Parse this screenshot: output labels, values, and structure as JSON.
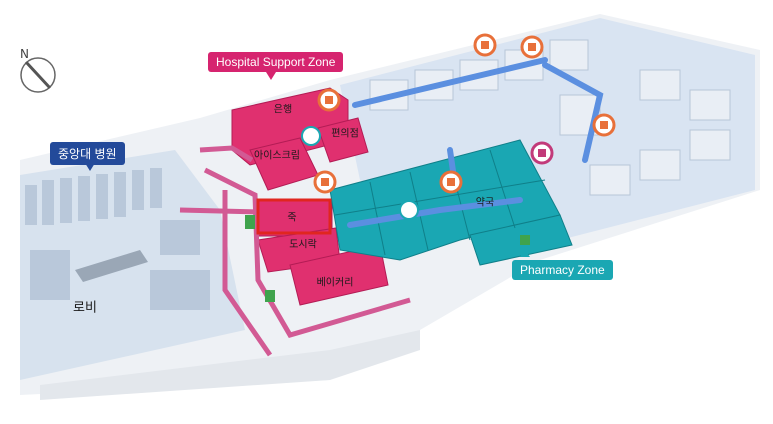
{
  "zones": {
    "hospital_support": {
      "label": "Hospital Support Zone",
      "color": "#d6246f"
    },
    "pharmacy": {
      "label": "Pharmacy Zone",
      "color": "#1aa7b3"
    },
    "hospital": {
      "label": "중앙대 병원",
      "color": "#234a9a"
    }
  },
  "rooms": {
    "bank": "은행",
    "ice_cream": "아이스크림",
    "convenience": "편의점",
    "porridge": "죽",
    "lunchbox": "도시락",
    "bakery": "베이커리",
    "pharmacy": "약국",
    "lobby": "로비"
  },
  "compass": {
    "label": "N"
  },
  "colors": {
    "pink": "#e0306f",
    "teal": "#1aa7b3",
    "floor": "#dfe8f3",
    "blue_path": "#5b8fe0",
    "highlight": "#e0261f",
    "pin": "#e8703a"
  }
}
